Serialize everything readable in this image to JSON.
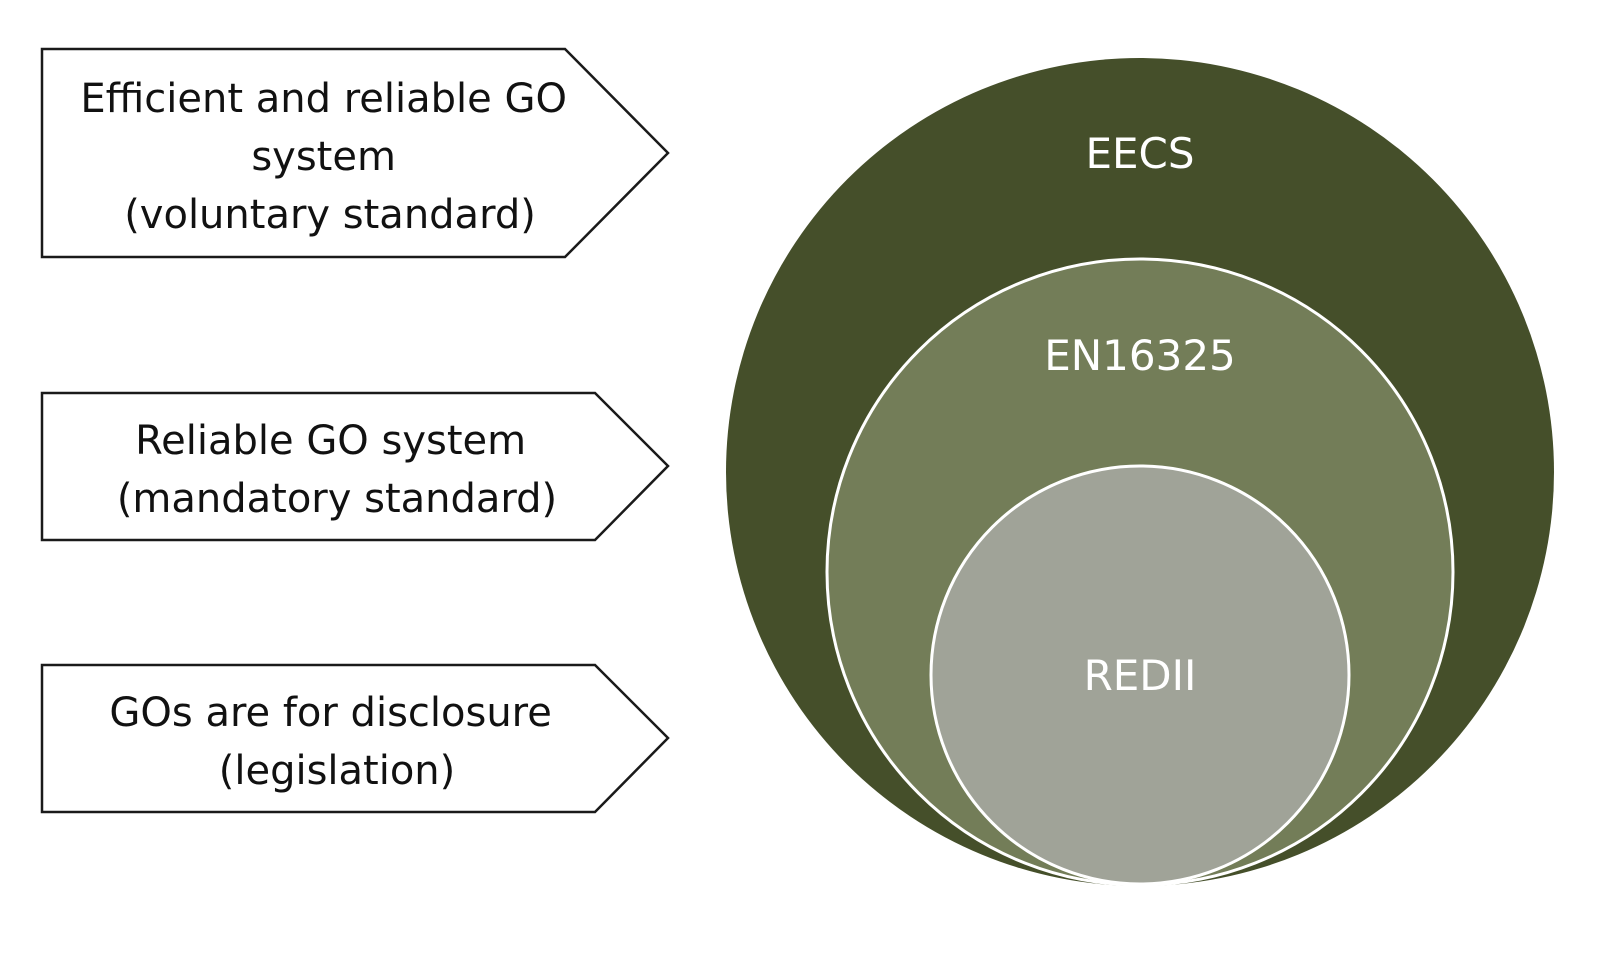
{
  "arrows": [
    {
      "lines": [
        "Efficient and reliable GO",
        "system",
        "(voluntary standard)"
      ]
    },
    {
      "lines": [
        "Reliable GO system",
        "(mandatory standard)"
      ]
    },
    {
      "lines": [
        "GOs are for disclosure",
        "(legislation)"
      ]
    }
  ],
  "circles": {
    "outer": {
      "label": "EECS",
      "color": "#454f2a"
    },
    "middle": {
      "label": "EN16325",
      "color": "#737d58"
    },
    "inner": {
      "label": "REDII",
      "color": "#a0a398"
    }
  }
}
